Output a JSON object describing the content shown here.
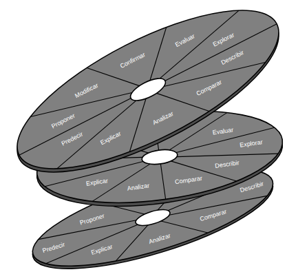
{
  "diagram": {
    "labels": [
      "Confirmar",
      "Evaluar",
      "Explorar",
      "Modificar",
      "Describir",
      "Proponer",
      "Comparar",
      "Analizar",
      "Predecir",
      "Explicar",
      "Evaluar",
      "Explorar",
      "Describir",
      "Comparar",
      "Analizar",
      "Explicar",
      "Describir",
      "Proponer",
      "Comparar",
      "Analizar",
      "Predecir",
      "Explicar"
    ]
  }
}
